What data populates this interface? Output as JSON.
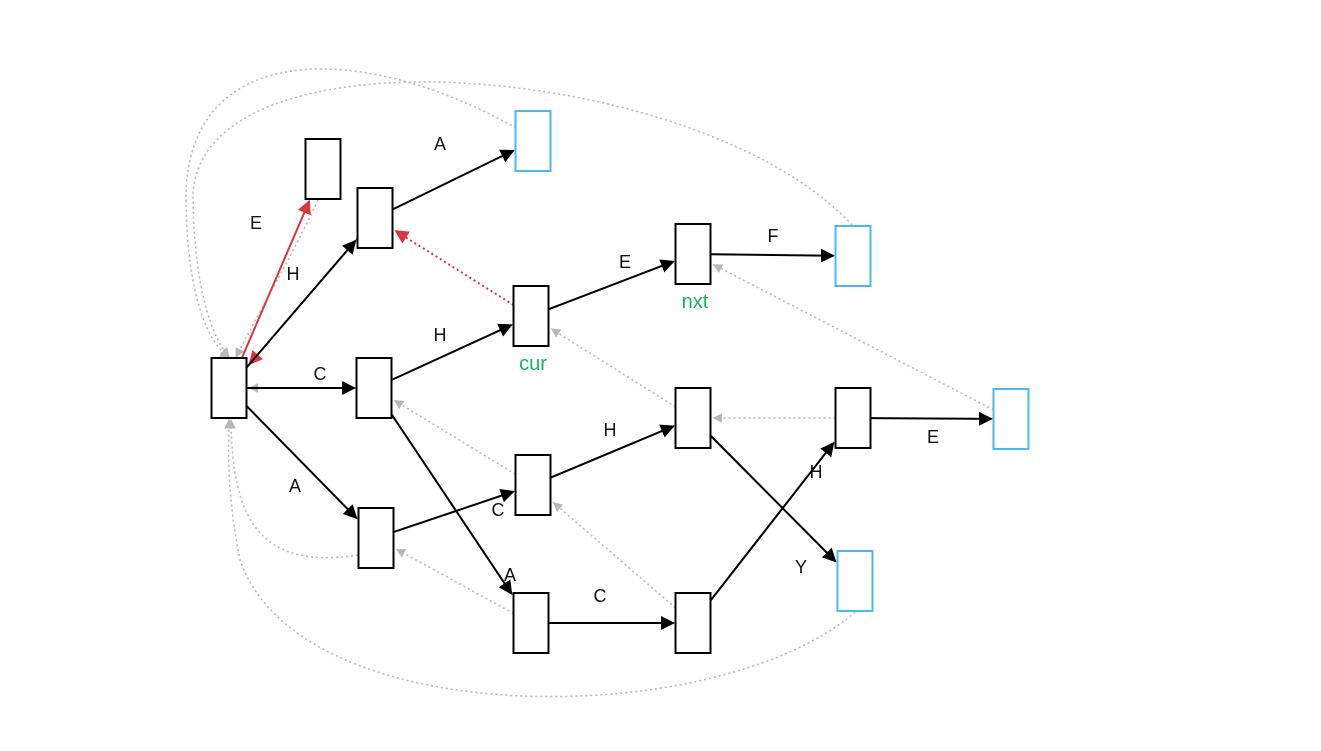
{
  "colors": {
    "background": "#ffffff",
    "node_border": "#000000",
    "terminal_node_border": "#4db8f0",
    "edge": "#000000",
    "highlight_edge": "#d9363e",
    "fail_link": "#b8b8b8",
    "pointer_label": "#1bb55c"
  },
  "nodes": [
    {
      "id": "root",
      "terminal": false
    },
    {
      "id": "e",
      "terminal": false
    },
    {
      "id": "h",
      "terminal": false
    },
    {
      "id": "ha",
      "terminal": true
    },
    {
      "id": "c",
      "terminal": false
    },
    {
      "id": "ch",
      "terminal": false
    },
    {
      "id": "che",
      "terminal": false
    },
    {
      "id": "chef",
      "terminal": true
    },
    {
      "id": "a",
      "terminal": false
    },
    {
      "id": "ac",
      "terminal": false
    },
    {
      "id": "ach",
      "terminal": false
    },
    {
      "id": "ca",
      "terminal": false
    },
    {
      "id": "cac",
      "terminal": false
    },
    {
      "id": "cach",
      "terminal": false
    },
    {
      "id": "cache",
      "terminal": true
    },
    {
      "id": "achy",
      "terminal": true
    }
  ],
  "edges": [
    {
      "from": "root",
      "to": "e",
      "label": "E",
      "highlight": true
    },
    {
      "from": "root",
      "to": "h",
      "label": "H",
      "highlight": false
    },
    {
      "from": "root",
      "to": "c",
      "label": "C",
      "highlight": false
    },
    {
      "from": "root",
      "to": "a",
      "label": "A",
      "highlight": false
    },
    {
      "from": "h",
      "to": "ha",
      "label": "A",
      "highlight": false
    },
    {
      "from": "c",
      "to": "ch",
      "label": "H",
      "highlight": false
    },
    {
      "from": "c",
      "to": "ca",
      "label": "A",
      "highlight": false
    },
    {
      "from": "ch",
      "to": "che",
      "label": "E",
      "highlight": false
    },
    {
      "from": "che",
      "to": "chef",
      "label": "F",
      "highlight": false
    },
    {
      "from": "a",
      "to": "ac",
      "label": "C",
      "highlight": false
    },
    {
      "from": "ac",
      "to": "ach",
      "label": "H",
      "highlight": false
    },
    {
      "from": "ach",
      "to": "achy",
      "label": "Y",
      "highlight": false
    },
    {
      "from": "ca",
      "to": "cac",
      "label": "C",
      "highlight": false
    },
    {
      "from": "cac",
      "to": "cach",
      "label": "H",
      "highlight": false
    },
    {
      "from": "cach",
      "to": "cache",
      "label": "E",
      "highlight": false
    }
  ],
  "fail_links": [
    {
      "from": "ch",
      "to": "h",
      "highlight": true
    },
    {
      "from": "h",
      "to": "root",
      "highlight": true
    },
    {
      "from": "e",
      "to": "root",
      "highlight": false
    },
    {
      "from": "ha",
      "to": "root",
      "highlight": false
    },
    {
      "from": "c",
      "to": "root",
      "highlight": false
    },
    {
      "from": "a",
      "to": "root",
      "highlight": false
    },
    {
      "from": "chef",
      "to": "root",
      "highlight": false
    },
    {
      "from": "achy",
      "to": "root",
      "highlight": false
    },
    {
      "from": "ac",
      "to": "c",
      "highlight": false
    },
    {
      "from": "ca",
      "to": "a",
      "highlight": false
    },
    {
      "from": "ach",
      "to": "ch",
      "highlight": false
    },
    {
      "from": "cac",
      "to": "ac",
      "highlight": false
    },
    {
      "from": "cach",
      "to": "ach",
      "highlight": false
    },
    {
      "from": "cache",
      "to": "che",
      "highlight": false
    }
  ],
  "pointers": [
    {
      "node": "ch",
      "label": "cur"
    },
    {
      "node": "che",
      "label": "nxt"
    }
  ]
}
